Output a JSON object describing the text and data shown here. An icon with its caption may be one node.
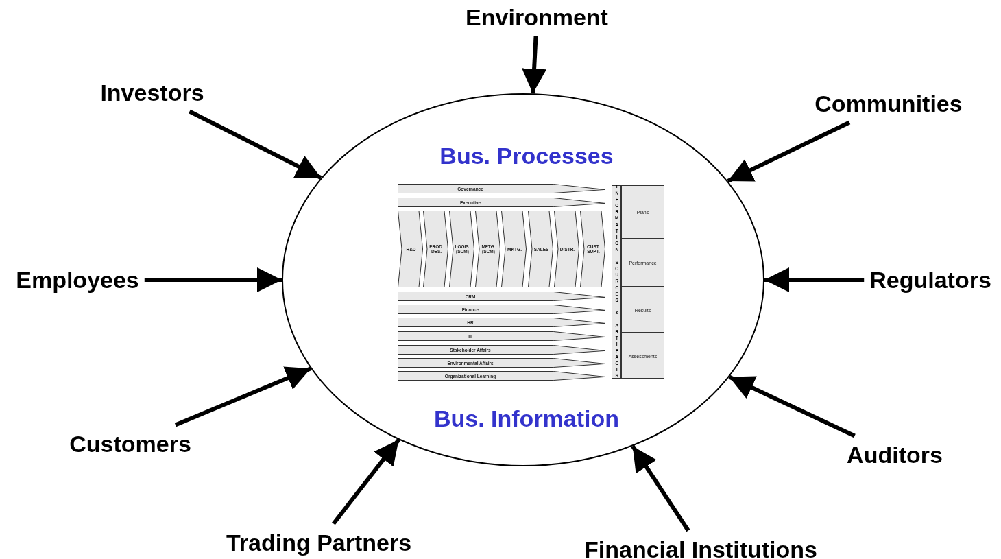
{
  "diagram": {
    "nodes": [
      {
        "text": [
          "Bus. Processes",
          "Bus. Information"
        ]
      },
      {
        "text": [
          "Environment"
        ]
      },
      {
        "text": [
          "Investors"
        ]
      },
      {
        "text": [
          "Communities"
        ]
      },
      {
        "text": [
          "Employees"
        ]
      },
      {
        "text": [
          "Regulators"
        ]
      },
      {
        "text": [
          "Customers"
        ]
      },
      {
        "text": [
          "Auditors"
        ]
      },
      {
        "text": [
          "Trading Partners"
        ]
      },
      {
        "text": [
          "Financial Institutions"
        ]
      },
      {
        "text": [
          "Governance"
        ],
        "in": 0
      },
      {
        "text": [
          "Executive"
        ],
        "in": 0
      },
      {
        "text": [
          "R&D"
        ],
        "in": 0
      },
      {
        "text": [
          "PROD. DES."
        ],
        "in": 0
      },
      {
        "text": [
          "LOGIS. (SCM)"
        ],
        "in": 0
      },
      {
        "text": [
          "MFTG. (SCM)"
        ],
        "in": 0
      },
      {
        "text": [
          "MKTG."
        ],
        "in": 0
      },
      {
        "text": [
          "SALES"
        ],
        "in": 0
      },
      {
        "text": [
          "DISTR."
        ],
        "in": 0
      },
      {
        "text": [
          "CUST. SUPT."
        ],
        "in": 0
      },
      {
        "text": [
          "CRM"
        ],
        "in": 0
      },
      {
        "text": [
          "Finance"
        ],
        "in": 0
      },
      {
        "text": [
          "HR"
        ],
        "in": 0
      },
      {
        "text": [
          "IT"
        ],
        "in": 0
      },
      {
        "text": [
          "Stakeholder Affairs"
        ],
        "in": 0
      },
      {
        "text": [
          "Environmental Affairs"
        ],
        "in": 0
      },
      {
        "text": [
          "Organizational Learning"
        ],
        "in": 0
      },
      {
        "text": [
          "INFORMATION SOURCES & ARTIFACTS"
        ],
        "in": 0
      },
      {
        "text": [
          "Plans"
        ],
        "in": 0
      },
      {
        "text": [
          "Performance"
        ],
        "in": 0
      },
      {
        "text": [
          "Results"
        ],
        "in": 0
      },
      {
        "text": [
          "Assessments"
        ],
        "in": 0
      }
    ],
    "edges": [
      {
        "from": 1,
        "to": 0,
        "arrow": "to"
      },
      {
        "from": 2,
        "to": 0,
        "arrow": "to"
      },
      {
        "from": 3,
        "to": 0,
        "arrow": "to"
      },
      {
        "from": 4,
        "to": 0,
        "arrow": "to"
      },
      {
        "from": 5,
        "to": 0,
        "arrow": "to"
      },
      {
        "from": 6,
        "to": 0,
        "arrow": "to"
      },
      {
        "from": 7,
        "to": 0,
        "arrow": "to"
      },
      {
        "from": 8,
        "to": 0,
        "arrow": "to"
      },
      {
        "from": 9,
        "to": 0,
        "arrow": "to"
      }
    ]
  }
}
